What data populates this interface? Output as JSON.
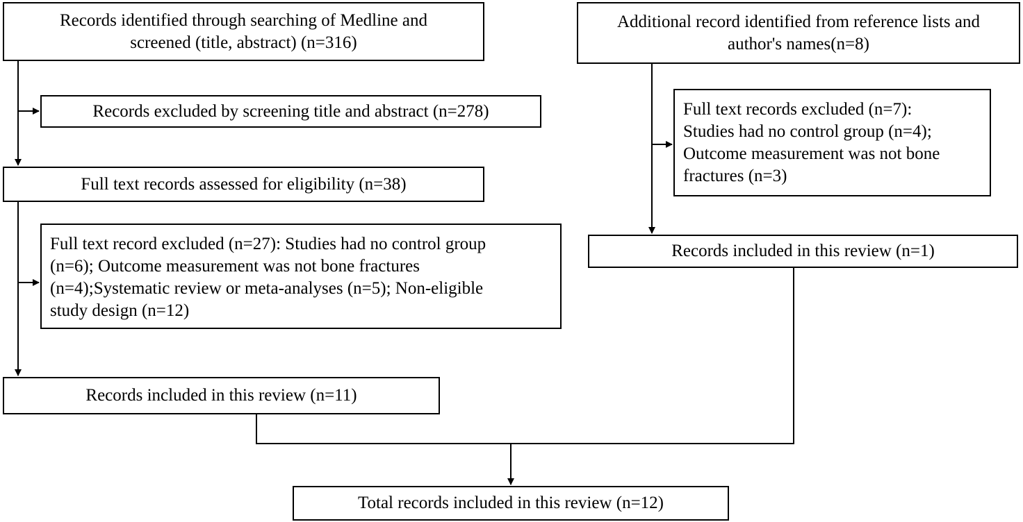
{
  "colors": {
    "line": "#000000",
    "background": "#ffffff"
  },
  "boxes": {
    "medline": [
      "Records identified through searching of Medline and",
      "screened (title, abstract) (n=316)"
    ],
    "additional": [
      "Additional record identified from reference lists and",
      "author's names(n=8)"
    ],
    "excluded_screening": [
      "Records excluded by screening title and abstract (n=278)"
    ],
    "excluded_right": [
      "Full text records excluded (n=7):",
      "Studies had no control group (n=4);",
      "Outcome measurement was not bone",
      "fractures (n=3)"
    ],
    "full_text": [
      "Full text records assessed for eligibility (n=38)"
    ],
    "included_right": [
      "Records included in this review (n=1)"
    ],
    "excluded_left": [
      "Full text record excluded (n=27): Studies had no control group",
      "(n=6); Outcome measurement was not bone fractures",
      "(n=4);Systematic review or meta-analyses (n=5); Non-eligible",
      "study design (n=12)"
    ],
    "included_left": [
      "Records included in this review (n=11)"
    ],
    "total": [
      "Total records included in this review (n=12)"
    ]
  }
}
